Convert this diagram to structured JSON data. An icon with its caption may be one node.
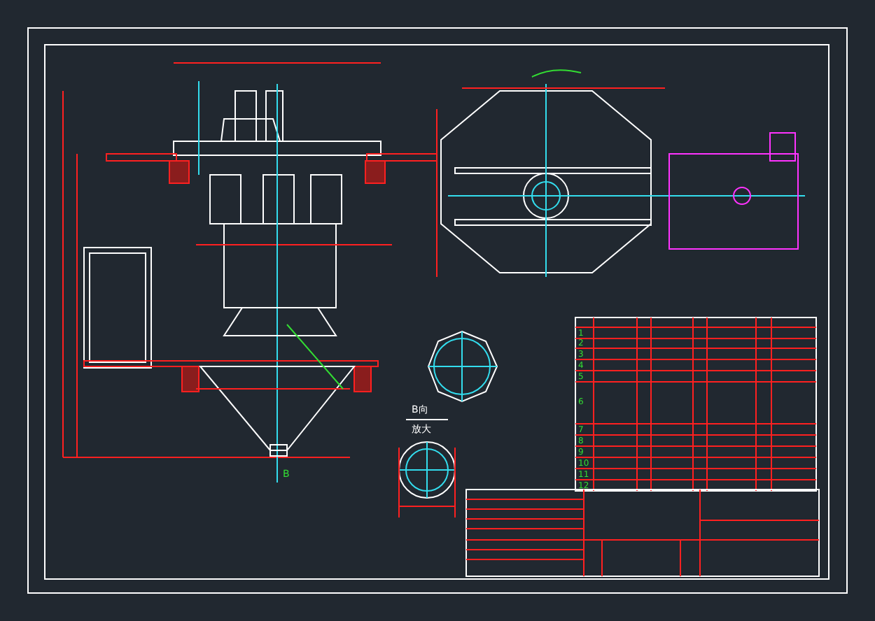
{
  "diagram": {
    "labels": [
      "B向",
      "放大",
      "B",
      "1",
      "2",
      "3",
      "4",
      "5",
      "6",
      "7",
      "8",
      "9",
      "10",
      "11",
      "12"
    ]
  }
}
